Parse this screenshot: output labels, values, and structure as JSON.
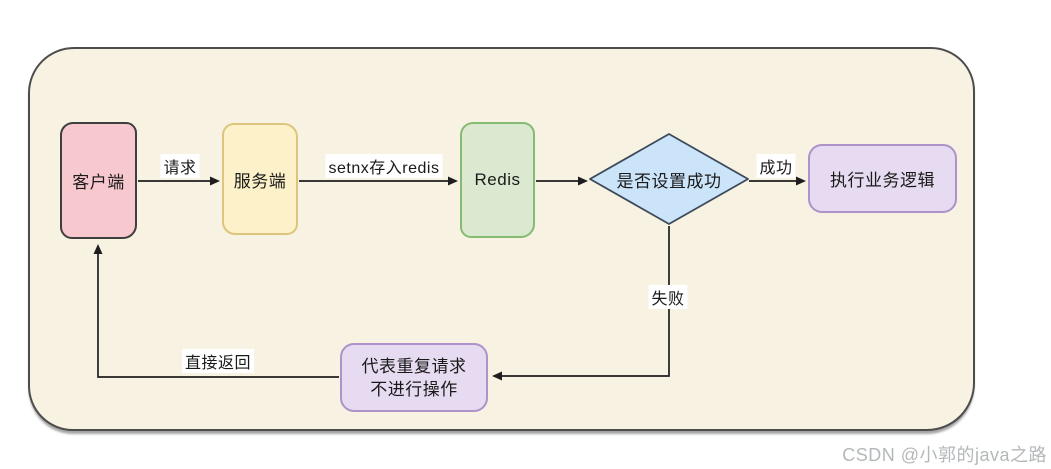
{
  "diagram": {
    "title_hint": "setnx / Redis idempotency flowchart",
    "nodes": {
      "client": {
        "label": "客户端",
        "fill": "#f8c8cf",
        "border": "#3f3f3f"
      },
      "server": {
        "label": "服务端",
        "fill": "#fcf1c9",
        "border": "#ddc57e"
      },
      "redis": {
        "label": "Redis",
        "fill": "#dbe9d1",
        "border": "#87ba72"
      },
      "decision": {
        "label": "是否设置成功",
        "fill": "#cce4fa",
        "border": "#3c4a59"
      },
      "business": {
        "label": "执行业务逻辑",
        "fill": "#e6dbf0",
        "border": "#ad93c9"
      },
      "duplicate": {
        "label_line1": "代表重复请求",
        "label_line2": "不进行操作",
        "fill": "#e6dbf0",
        "border": "#ad93c9"
      }
    },
    "edges": {
      "request": "请求",
      "setnx": "setnx存入redis",
      "success": "成功",
      "fail": "失败",
      "direct_return": "直接返回"
    },
    "colors": {
      "board_fill": "#f8f2e3",
      "board_border": "#4d4d4d",
      "line": "#1e1e1e",
      "watermark_text": "#b4b8ba"
    },
    "watermark": "CSDN @小郭的java之路"
  }
}
